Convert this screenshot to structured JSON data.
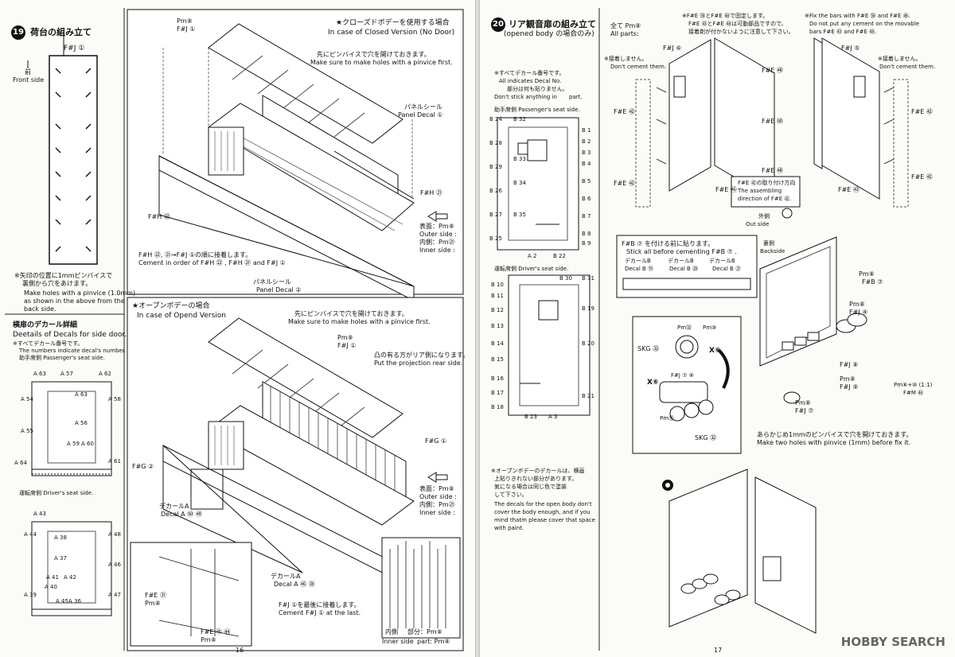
{
  "left_page": {
    "step19": {
      "number": "19",
      "title": "荷台の組み立て",
      "part_fj1": "F#J ①",
      "front_jp": "前",
      "front_en": "Front side",
      "note_jp1": "※矢印の位置に1mmピンバイスで",
      "note_jp2": "裏側から穴をあけます。",
      "note_en1": "Make holes with a pinvice (1.0mm)",
      "note_en2": "as shown in the above from the",
      "note_en3": "back side."
    },
    "closed": {
      "title_jp": "★クローズドボデーを使用する場合",
      "title_en": "In case of Closed Version (No Door)",
      "p8": "Pm⑧",
      "fj1": "F#J ①",
      "pinvice_jp": "先にピンバイスで穴を開けておきます。",
      "pinvice_en": "Make sure to make holes with a pinvice first.",
      "panel_jp": "パネルシール",
      "panel_en": "Panel Decal ①",
      "fh21": "F#H ㉑",
      "fh22": "F#H ㉒",
      "legend_outer": "表面：Pm⑧",
      "legend_outer_en": "Outer side :",
      "legend_inner": "内側：Pm㉑",
      "legend_inner_en": "Inner side :",
      "order_jp": "F#H ㉒, ㉑→F#J ①の順に接着します。",
      "order_en": "Cement in order of F#H ㉒ , F#H ㉑ and F#J ①",
      "panel2_jp": "パネルシール",
      "panel2_en": "Panel Decal ②"
    },
    "sidedoor": {
      "title_jp": "横扉のデカール詳細",
      "title_en": "Deetails of Decals for side door.",
      "note_jp": "※すべてデカール番号です。",
      "note_en": "The numbers indicate decal's number.",
      "passenger": "助手席側 Passenger's seat side.",
      "driver": "運転席側 Driver's seat side.",
      "a_labels_top": [
        "A 63",
        "A 57",
        "A 62",
        "A 63",
        "A 58",
        "A 54",
        "A 56",
        "A 59",
        "A 60",
        "A 55",
        "A 61",
        "A 64"
      ],
      "a_labels_bottom": [
        "A 43",
        "A 44",
        "A 48",
        "A 38",
        "A 37",
        "A 46",
        "A 41",
        "A 42",
        "A 40",
        "A 39",
        "A 47",
        "A 45",
        "A 36"
      ]
    },
    "open": {
      "title_jp": "★オープンボデーの場合",
      "title_en": "In case of Opend Version",
      "pinvice_jp": "先にピンバイスで穴を開けておきます。",
      "pinvice_en": "Make sure to make holes with a pinvice first.",
      "p8": "Pm⑧",
      "fj1": "F#J ①",
      "rear_jp": "凸の有る方がリア側になります。",
      "rear_en": "Put the projection rear side.",
      "fg1": "F#G ①",
      "fg2": "F#G ②",
      "decal_a1": "デカールA",
      "decal_a1_en": "Decal A ㊿ ㊾",
      "decal_a2": "デカールA",
      "decal_a2_en": "Decal A ㊻ ㉟",
      "legend_outer": "表面：Pm⑧",
      "legend_outer_en": "Outer side :",
      "legend_inner": "内側：Pm㉑",
      "legend_inner_en": "Inner side :",
      "last_jp": "F#J ①を最後に接着します。",
      "last_en": "Cement F#J ① at the last.",
      "fe51": "F#E ㉛",
      "p8b": "Pm⑧",
      "fe55": "F#E ㊺ ㊹",
      "p8c": "Pm⑧",
      "inner_jp": "内側",
      "inner_part": "部分：Pm⑧",
      "inner_en": "Inner side",
      "inner_part_en": "part: Pm⑧"
    },
    "page_number": "16"
  },
  "right_page": {
    "step20": {
      "number": "20",
      "title": "リア観音扉の組み立て",
      "subtitle": "(opened body の場合のみ)",
      "note_jp": "※すべてデカール番号です。",
      "note_en": "All indicates Decal No.",
      "nostick_jp": "部分は何も貼りません。",
      "nostick_en": "Don't stick anything in",
      "nostick_en2": "part.",
      "passenger": "助手席側 Passenger's seat side.",
      "driver": "運転席側 Driver's seat side.",
      "b_labels_passenger": [
        "B 24",
        "B 32",
        "B 28",
        "B 33",
        "B 29",
        "B 34",
        "B 26",
        "B 35",
        "B 27",
        "B 25",
        "B 1",
        "B 2",
        "B 3",
        "B 4",
        "B 5",
        "B 6",
        "B 7",
        "B 8",
        "B 9",
        "A 2",
        "B 22"
      ],
      "b_labels_driver": [
        "B 10",
        "B 30",
        "B 31",
        "B 11",
        "B 12",
        "B 13",
        "B 14",
        "B 15",
        "B 16",
        "B 17",
        "B 18",
        "B 23",
        "A 3",
        "B 19",
        "B 20",
        "B 21"
      ],
      "open_note_jp1": "※オープンボデーのデカールは、横画",
      "open_note_jp2": "上貼りきれない部分があります。",
      "open_note_jp3": "気になる場合は同じ色で塗装",
      "open_note_jp4": "して下さい。",
      "open_note_en1": "The decals for the open body don't",
      "open_note_en2": "cover the body enough, and if you",
      "open_note_en3": "mind thatm please cover that space",
      "open_note_en4": "with paint."
    },
    "doors": {
      "all_parts": "全て Pm⑧",
      "all_parts_en": "All parts:",
      "fix_jp1": "※F#E ㊿とF#E ㊽で固定します。",
      "fix_jp2": "F#E ㊸とF#E ㊽は可動部品ですので、",
      "fix_jp3": "接着剤が付かないように注意して下さい。",
      "fix_en1": "※Fix the bars with F#E ㊿ and F#E ㊽.",
      "fix_en2": "Do not put any cement on the movable",
      "fix_en3": "bars F#E ㊸ and F#E ㊽.",
      "fj6": "F#J ⑥",
      "fj5": "F#J ⑤",
      "nocement_jp": "※接着しません。",
      "nocement_en": "Don't cement them.",
      "nocement2_jp": "※接着しません。",
      "nocement2_en": "Don't cement them.",
      "fe58a": "F#E ㊽",
      "fe57": "F#E ㊿",
      "fe58b": "F#E ㊽",
      "fe52a": "F#E ㊷",
      "fe52b": "F#E ㊷",
      "fe52c": "F#E ㊷",
      "fe52d": "F#E ㊷",
      "fe56": "F#E ㊻",
      "fe53": "F#E ㊸",
      "dir_jp": "F#E ㊷の取り付け方向",
      "dir_en1": "The assembling",
      "dir_en2": "direction of F#E ㊷.",
      "out_jp": "外側",
      "out_en": "Out side"
    },
    "backside": {
      "note_jp": "F#B ⑦ を付ける前に貼ります。",
      "note_en": "Stick all before cementing F#B ⑦ .",
      "decal_b19": "デカールB",
      "decal_b19_en": "Decal B ⑲",
      "decal_b20": "デカールB",
      "decal_b20_en": "Decal B ⑳",
      "decal_b21": "デカールB",
      "decal_b21_en": "Decal B ㉑",
      "back_jp": "裏側",
      "back_en": "Backside",
      "p8": "Pm⑧",
      "fb7": "F#B ⑦",
      "p8b": "Pm⑧",
      "fj4": "F#J ④",
      "skg": "SKG ㉜",
      "p82": "Pm㉜",
      "p50": "Pm⑩",
      "x6a": "X⑥",
      "x6b": "X⑥",
      "fj7a": "F#J ⑦ ⑧",
      "p12": "Pm⑫",
      "skg2": "SKG ㉜",
      "fj8": "F#J ⑧",
      "p8c": "Pm⑧",
      "fj9": "F#J ⑨",
      "fm": "Pm⑧+⑩ (1:1)",
      "fm2": "F#M ㊻",
      "fj7b": "F#J ⑦",
      "p8d": "Pm⑧",
      "holes_jp": "あらかじめ1mmのピンバイスで穴を開けておきます。",
      "holes_en": "Make two holes with pinvice (1mm) before fix it."
    },
    "page_number": "17"
  },
  "brand": {
    "name": "HOBBY",
    "name2": "SEARCH"
  }
}
